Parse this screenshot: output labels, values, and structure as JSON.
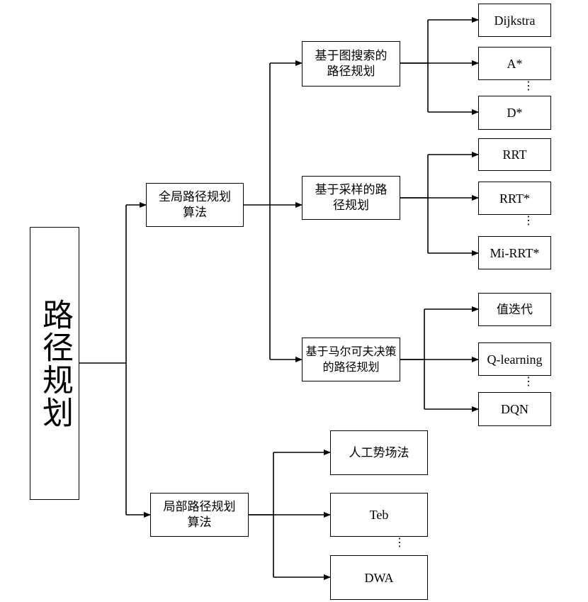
{
  "root": {
    "label": "路径规划"
  },
  "global": {
    "label": "全局路径规划算法",
    "branches": [
      {
        "label": "基于图搜索的路径规划",
        "items": [
          "Dijkstra",
          "A*",
          "D*"
        ]
      },
      {
        "label": "基于采样的路径规划",
        "items": [
          "RRT",
          "RRT*",
          "Mi-RRT*"
        ]
      },
      {
        "label": "基于马尔可夫决策的路径规划",
        "items": [
          "值迭代",
          "Q-learning",
          "DQN"
        ]
      }
    ]
  },
  "local": {
    "label": "局部路径规划算法",
    "items": [
      "人工势场法",
      "Teb",
      "DWA"
    ]
  },
  "ellipsis": "⋮"
}
